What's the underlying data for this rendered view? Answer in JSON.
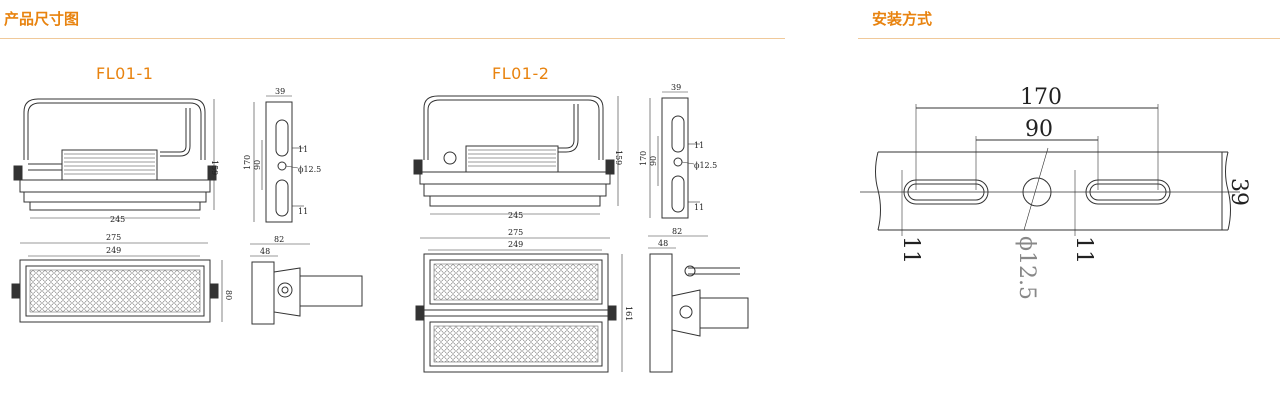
{
  "dimensions_section": {
    "title": "产品尺寸图",
    "models": [
      {
        "label": "FL01-1",
        "front_view": {
          "width_bottom": "245",
          "height_right": "159"
        },
        "side_view": {
          "top": "39",
          "height_left": "170",
          "inner": "90",
          "gap_top": "11",
          "gap_bottom": "11",
          "hole": "ϕ12.5"
        },
        "top_view": {
          "outer_width": "275",
          "inner_width": "249",
          "height_right": "80"
        },
        "side_view_2": {
          "outer": "82",
          "inner": "48"
        }
      },
      {
        "label": "FL01-2",
        "front_view": {
          "width_bottom": "245",
          "height_right": "159"
        },
        "side_view": {
          "top": "39",
          "height_left": "170",
          "inner": "90",
          "gap_top": "11",
          "gap_bottom": "11",
          "hole": "ϕ12.5"
        },
        "top_view": {
          "outer_width": "275",
          "inner_width": "249",
          "height_right": "161"
        },
        "side_view_2": {
          "outer": "82",
          "inner": "48"
        }
      }
    ]
  },
  "mounting_section": {
    "title": "安装方式",
    "dims": {
      "outer": "170",
      "inner": "90",
      "height": "39",
      "left_gap": "11",
      "right_gap": "11",
      "hole": "ϕ12.5"
    }
  },
  "colors": {
    "accent": "#e8830f",
    "rule": "#f0c99a",
    "line": "#333333"
  }
}
